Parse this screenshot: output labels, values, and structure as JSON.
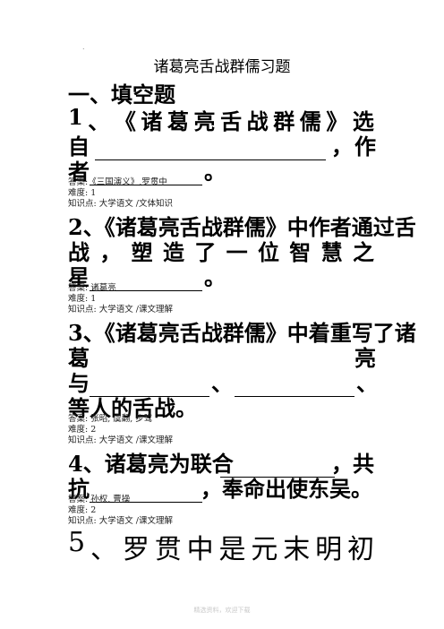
{
  "doc": {
    "dot": ".",
    "title": "诸葛亮舌战群儒习题",
    "section": "一、填空题"
  },
  "questions": [
    {
      "line1": [
        "1",
        "、",
        "《",
        "诸",
        "葛",
        "亮",
        "舌",
        "战",
        "群",
        "儒",
        "》",
        "选"
      ],
      "line2_left": "自",
      "line2_mid": "，",
      "line2_right": "作",
      "line3_left": "者",
      "line3_end": "。",
      "answer": "答案:《三国演义》,罗贯中",
      "difficulty": "难度: 1",
      "knowledge": "知识点: 大学语文 /文体知识"
    },
    {
      "line1": "2、《诸葛亮舌战群儒》中作者通过舌",
      "line2": [
        "战",
        "，",
        "塑",
        "造",
        "了",
        "一",
        "位",
        "智",
        "慧",
        "之"
      ],
      "line3_left": "星",
      "line3_end": "。",
      "answer": "答案: 诸葛亮",
      "difficulty": "难度: 1",
      "knowledge": "知识点: 大学语文 /课文理解"
    },
    {
      "line1": "3、《诸葛亮舌战群儒》中着重写了诸",
      "line2_left": "葛",
      "line2_right": "亮",
      "line3_left": "与",
      "line3_sep": "、",
      "line3_end": "、",
      "line4": "等人的舌战。",
      "answer": "答案: 张昭, 虞翻, 步骘",
      "difficulty": "难度: 2",
      "knowledge": "知识点: 大学语文 /课文理解"
    },
    {
      "line1_left": "4、诸葛亮为联合",
      "line1_end": "，共",
      "line2_left": "抗",
      "line2_end": "，奉命出使东吴。",
      "answer": "答案: 孙权, 曹操",
      "difficulty": "难度: 2",
      "knowledge": "知识点: 大学语文 /课文理解"
    },
    {
      "line1": [
        "5",
        "、",
        "罗",
        "贯",
        "中",
        "是",
        "元",
        "末",
        "明",
        "初"
      ]
    }
  ],
  "footer": "精选资料，欢迎下载"
}
